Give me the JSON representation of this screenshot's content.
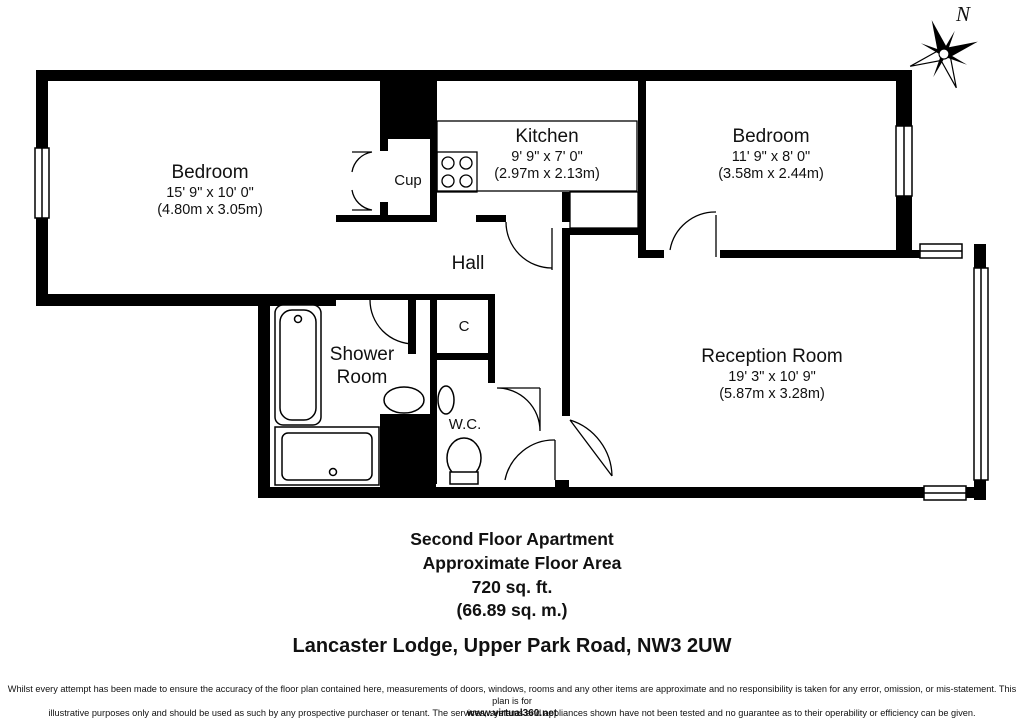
{
  "rooms": {
    "bedroom1": {
      "name": "Bedroom",
      "imperial": "15' 9\" x 10' 0\"",
      "metric": "(4.80m x 3.05m)"
    },
    "kitchen": {
      "name": "Kitchen",
      "imperial": "9' 9\" x 7' 0\"",
      "metric": "(2.97m x 2.13m)"
    },
    "bedroom2": {
      "name": "Bedroom",
      "imperial": "11' 9\" x 8' 0\"",
      "metric": "(3.58m x 2.44m)"
    },
    "reception": {
      "name": "Reception Room",
      "imperial": "19' 3\" x 10' 9\"",
      "metric": "(5.87m x 3.28m)"
    },
    "shower_line1": "Shower",
    "shower_line2": "Room",
    "hall": "Hall",
    "cupboard": "Cup",
    "closet": "C",
    "wc": "W.C."
  },
  "compass": {
    "label": "N"
  },
  "summary": {
    "line1": "Second Floor Apartment",
    "line2": "Approximate Floor Area",
    "line3": "720 sq. ft.",
    "line4": "(66.89 sq. m.)"
  },
  "address": "Lancaster Lodge, Upper Park Road, NW3 2UW",
  "disclaimer": {
    "line1": "Whilst every attempt has been made to ensure the accuracy of the floor plan contained here, measurements of doors, windows, rooms and any other items are approximate and no responsibility is taken for any error, omission, or mis-statement. This plan is for",
    "line2": "illustrative purposes only and should be used as such by any prospective purchaser or tenant. The services, systems and appliances shown have not been tested and no guarantee as to their operability or efficiency can be given."
  },
  "website": "www.virtual360.net"
}
